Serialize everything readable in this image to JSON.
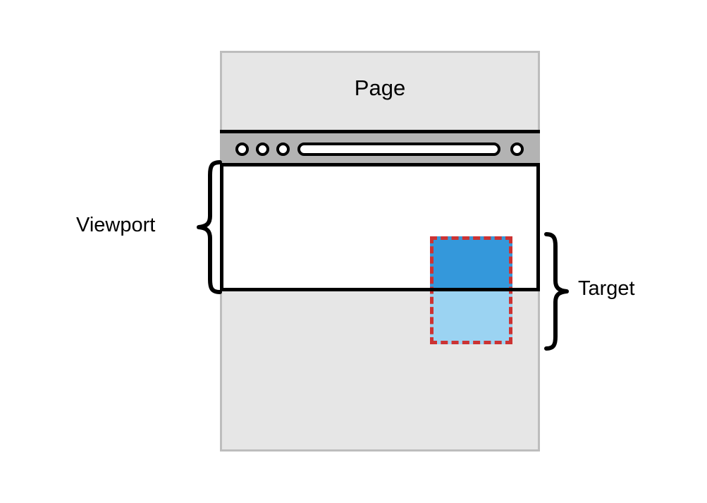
{
  "diagram": {
    "title": "Page",
    "page": {
      "label": "Page",
      "fill": "#e6e6e6",
      "border_color": "#bdbdbd"
    },
    "browser_chrome": {
      "fill": "#b3b3b3",
      "stroke": "#000000",
      "traffic_light_dots": [
        "dot-1",
        "dot-2",
        "dot-3"
      ],
      "address_bar": "url-pill",
      "right_dot": "dot-right"
    },
    "viewport": {
      "label": "Viewport",
      "fill": "#ffffff",
      "stroke": "#000000"
    },
    "target": {
      "label": "Target",
      "fill_inside_viewport": "#3498db",
      "fill_outside_viewport": "#9bd3f2",
      "outline_color": "#cc3333",
      "outline_style": "dashed"
    },
    "braces": {
      "viewport_brace": "brace-left-pointing",
      "target_brace": "brace-right-pointing"
    }
  }
}
